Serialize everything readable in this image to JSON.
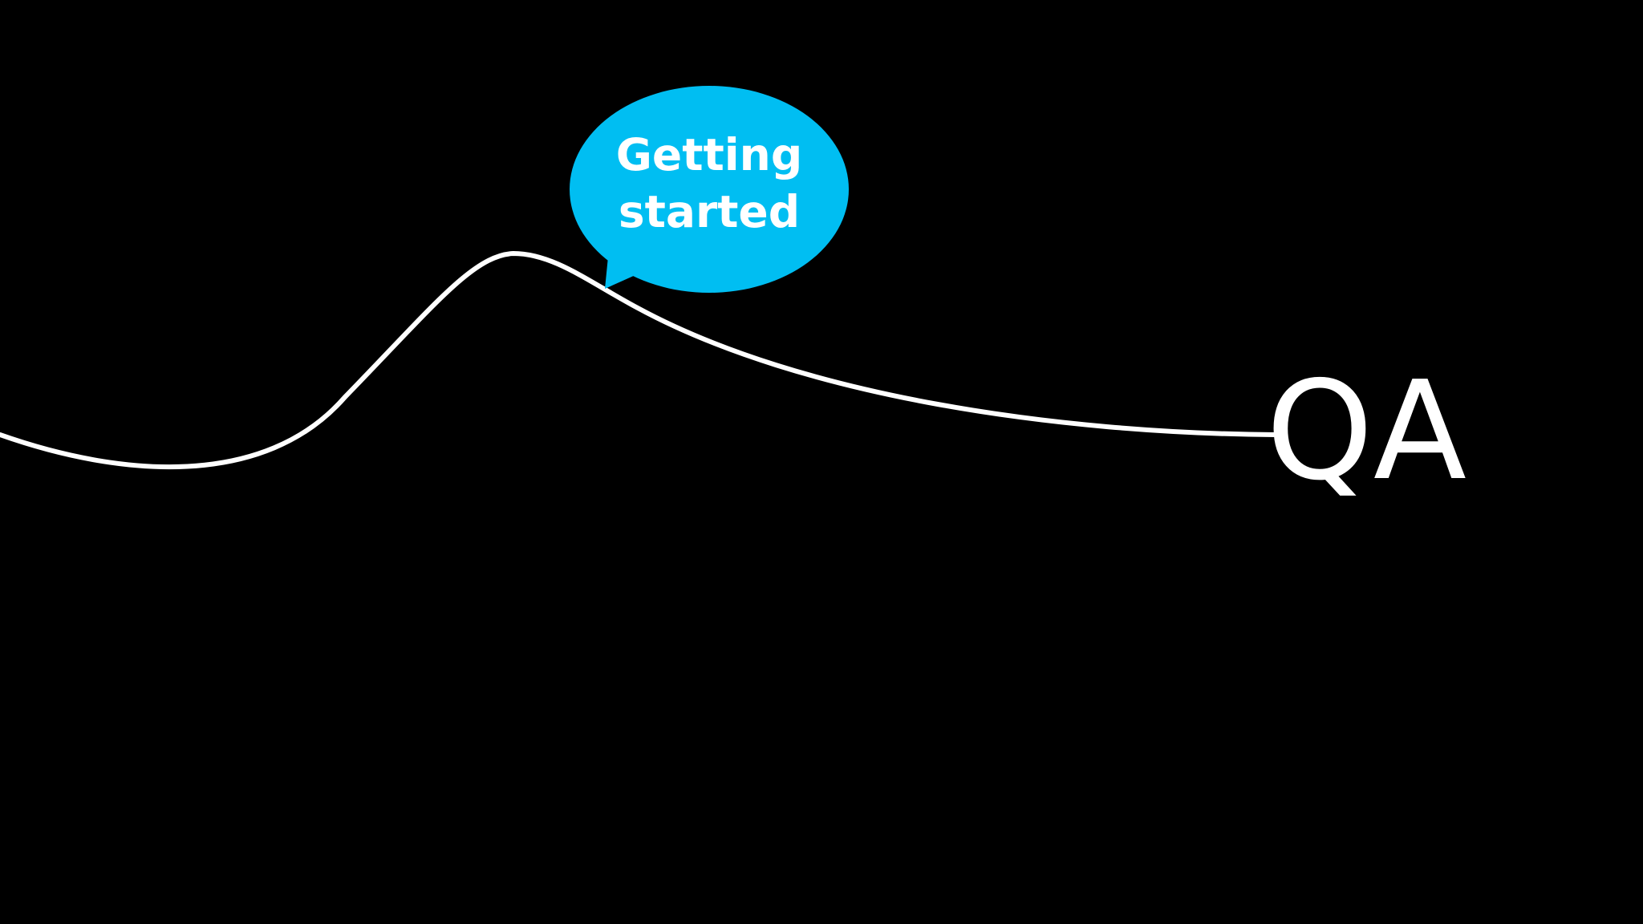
{
  "slide": {
    "background_color": "#000000",
    "line_color": "#ffffff",
    "callout": {
      "lines": [
        "Getting",
        "started"
      ],
      "fill_color": "#00bef2",
      "text_color": "#ffffff"
    },
    "end_label": {
      "text": "QA",
      "color": "#ffffff"
    }
  }
}
